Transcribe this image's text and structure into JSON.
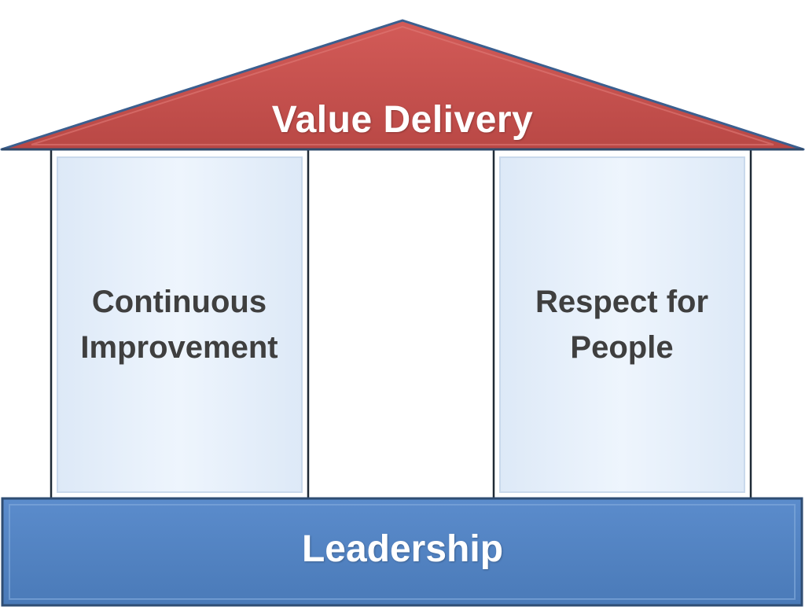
{
  "roof": {
    "label": "Value Delivery",
    "color": "#c0504d"
  },
  "pillars": [
    {
      "line1": "Continuous",
      "line2": "Improvement"
    },
    {
      "line1": "Respect for",
      "line2": "People"
    }
  ],
  "base": {
    "label": "Leadership",
    "color": "#4f81bd"
  },
  "pillar_fill": "#e8f1fb"
}
